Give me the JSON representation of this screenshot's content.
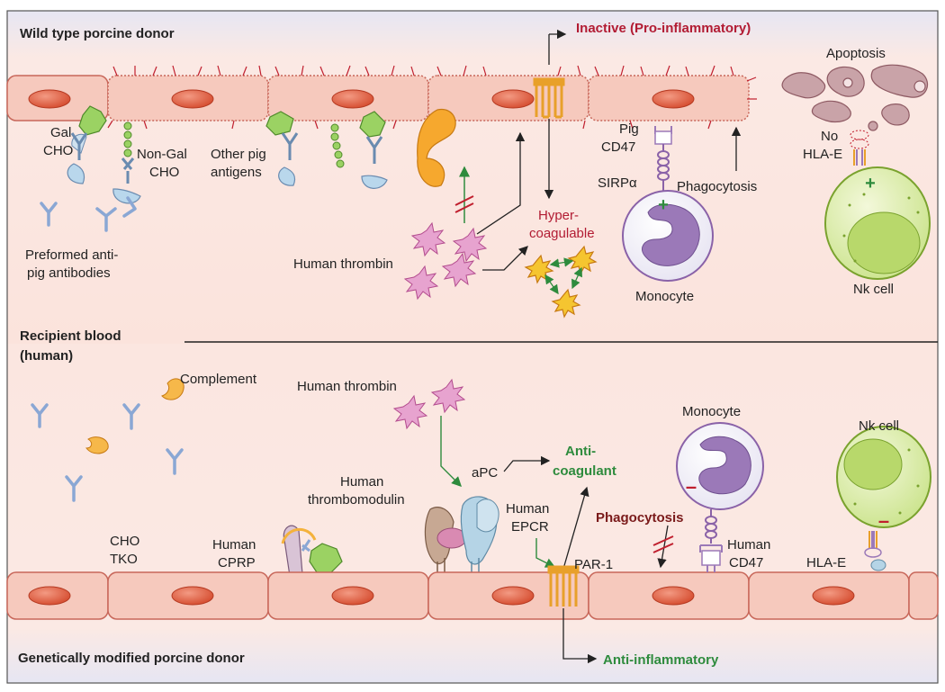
{
  "labels": {
    "wild_type_donor": "Wild type porcine donor",
    "inactive": "Inactive (Pro-inflammatory)",
    "apoptosis": "Apoptosis",
    "gal_cho_1": "Gal",
    "gal_cho_2": "CHO",
    "non_gal_cho_1": "Non-Gal",
    "non_gal_cho_2": "CHO",
    "other_pig_antigens_1": "Other pig",
    "other_pig_antigens_2": "antigens",
    "pig_cd47_1": "Pig",
    "pig_cd47_2": "CD47",
    "no_hla_e_1": "No",
    "no_hla_e_2": "HLA-E",
    "sirpa": "SIRPα",
    "phagocytosis_top": "Phagocytosis",
    "hypercoagulable_1": "Hyper-",
    "hypercoagulable_2": "coagulable",
    "human_thrombin_top": "Human thrombin",
    "preformed_1": "Preformed anti-",
    "preformed_2": "pig antibodies",
    "monocyte_top": "Monocyte",
    "nk_cell_top": "Nk cell",
    "recipient_1": "Recipient blood",
    "recipient_2": "(human)",
    "complement": "Complement",
    "human_thrombin_bottom": "Human thrombin",
    "anticoagulant_1": "Anti-",
    "anticoagulant_2": "coagulant",
    "apc": "aPC",
    "human_thrombomodulin_1": "Human",
    "human_thrombomodulin_2": "thrombomodulin",
    "human_epcr_1": "Human",
    "human_epcr_2": "EPCR",
    "monocyte_bottom": "Monocyte",
    "nk_cell_bottom": "Nk cell",
    "phagocytosis_bottom": "Phagocytosis",
    "cho_tko_1": "CHO",
    "cho_tko_2": "TKO",
    "human_cprp_1": "Human",
    "human_cprp_2": "CPRP",
    "par1": "PAR-1",
    "human_cd47_1": "Human",
    "human_cd47_2": "CD47",
    "hla_e": "HLA-E",
    "gm_donor": "Genetically modified porcine donor",
    "anti_inflammatory": "Anti-inflammatory"
  },
  "colors": {
    "cell_fill": "#f6c9bd",
    "cell_stroke": "#c8675a",
    "nucleus": "#e05a3c",
    "red_text": "#b21c33",
    "green_text": "#2e8b3d",
    "dark_red_text": "#7a1a1a",
    "thrombin": "#e7a3cf",
    "monocyte": "#9b79b8",
    "nk_cell": "#b8d86b",
    "antibody": "#8aa7d4",
    "complement": "#f4b23c",
    "par1": "#e8a02a"
  },
  "symbols": {
    "plus": "+",
    "minus": "–"
  }
}
